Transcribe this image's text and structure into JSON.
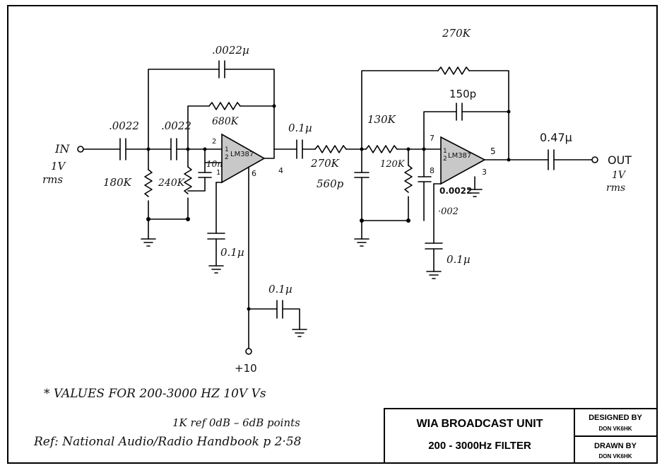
{
  "schematic": {
    "components": {
      "c_in": ".0022",
      "c_in2": ".0022",
      "c_fb1": ".0022µ",
      "r_fb1": "680K",
      "r_180k": "180K",
      "r_240k": "240K",
      "c_10n": "10n",
      "c_supply1": "0.1µ",
      "c_coupling": "0.1µ",
      "c_supply_rail": "0.1µ",
      "r_270k_series": "270K",
      "c_560p": "560p",
      "r_130k": "130K",
      "r_120k": "120K",
      "r_fb2": "270K",
      "c_150p": "150p",
      "c_00022": "0.0022",
      "c_002": "·002",
      "c_supply2": "0.1µ",
      "c_out": "0.47µ"
    },
    "ic": {
      "left_label": "1/2 LM387",
      "right_label": "1/2 LM387",
      "half_num": "1",
      "half_den": "2",
      "part": "LM387"
    },
    "pins": {
      "u1_pin2": "2",
      "u1_pin1": "1",
      "u1_pin6": "6",
      "u1_pin4": "4",
      "u2_pin7": "7",
      "u2_pin8": "8",
      "u2_pin5": "5",
      "u2_pin3": "3"
    },
    "io": {
      "in_label": "IN",
      "in_level": "1V",
      "in_unit": "rms",
      "out_label": "OUT",
      "out_level": "1V",
      "out_unit": "rms",
      "supply": "+10"
    }
  },
  "notes": {
    "line1": "* VALUES FOR   200-3000 HZ   10V Vs",
    "line2": "1K ref 0dB – 6dB points",
    "line3": "Ref:  National  Audio/Radio Handbook  p 2·58"
  },
  "title_block": {
    "title": "WIA BROADCAST UNIT",
    "subtitle": "200 - 3000Hz FILTER",
    "designed_by_label": "DESIGNED BY",
    "designed_by_name": "DON VK6HK",
    "drawn_by_label": "DRAWN BY",
    "drawn_by_name": "DON VK6HK"
  }
}
